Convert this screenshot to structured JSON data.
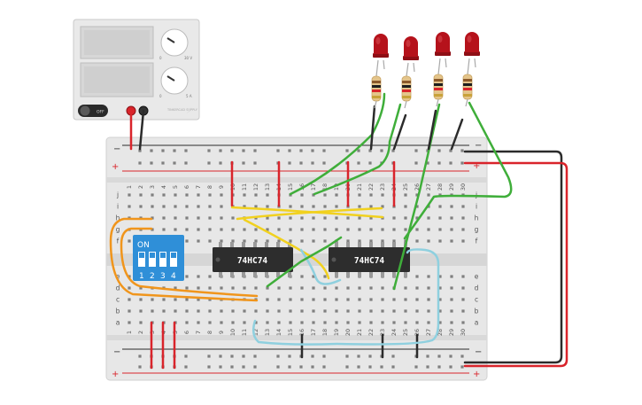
{
  "power_supply": {
    "voltage_dial": {
      "min": "0",
      "max": "30 V"
    },
    "current_dial": {
      "min": "0",
      "max": "5 A"
    },
    "off_label": "OFF",
    "brand": "TINKERCAD\nSUPPLY"
  },
  "chips": [
    {
      "name": "74HC74"
    },
    {
      "name": "74HC74"
    }
  ],
  "dip_switch": {
    "on_label": "ON",
    "numbers": [
      "1",
      "2",
      "3",
      "4"
    ]
  },
  "breadboard": {
    "columns": [
      "1",
      "2",
      "3",
      "4",
      "5",
      "6",
      "7",
      "8",
      "9",
      "10",
      "11",
      "12",
      "13",
      "14",
      "15",
      "16",
      "17",
      "18",
      "19",
      "20",
      "21",
      "22",
      "23",
      "24",
      "25",
      "26",
      "27",
      "28",
      "29",
      "30"
    ],
    "top_rows": [
      "j",
      "i",
      "h",
      "g",
      "f"
    ],
    "bottom_rows": [
      "e",
      "d",
      "c",
      "b",
      "a"
    ],
    "rail_minus": "−",
    "rail_plus": "+"
  },
  "colors": {
    "wire_red": "#d9242b",
    "wire_black": "#2b2b2b",
    "wire_green": "#3fae3a",
    "wire_yellow": "#f1d11f",
    "wire_orange": "#f0951c",
    "wire_cyan": "#8fd0df",
    "led_red": "#b5121b",
    "chip": "#2d2d2d",
    "dip": "#2f8fd8"
  },
  "leds_count": 4
}
